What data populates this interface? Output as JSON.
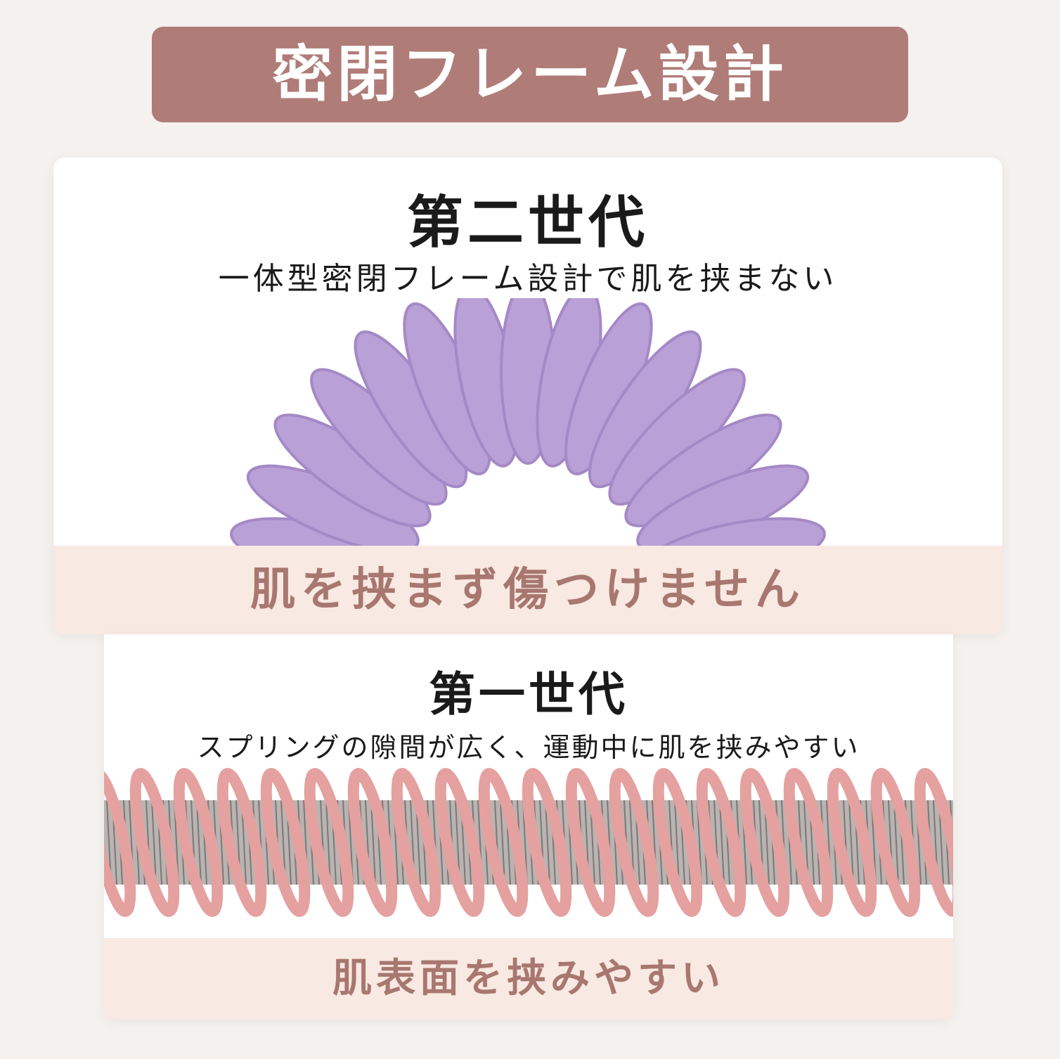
{
  "banner": {
    "title": "密閉フレーム設計"
  },
  "gen2": {
    "heading": "第二世代",
    "subtitle": "一体型密閉フレーム設計で肌を挟まない",
    "caption": "肌を挟まず傷つけません",
    "color": "#b9a0d6"
  },
  "gen1": {
    "heading": "第一世代",
    "subtitle": "スプリングの隙間が広く、運動中に肌を挟みやすい",
    "caption": "肌表面を挟みやすい",
    "color": "#e4a1a0"
  }
}
